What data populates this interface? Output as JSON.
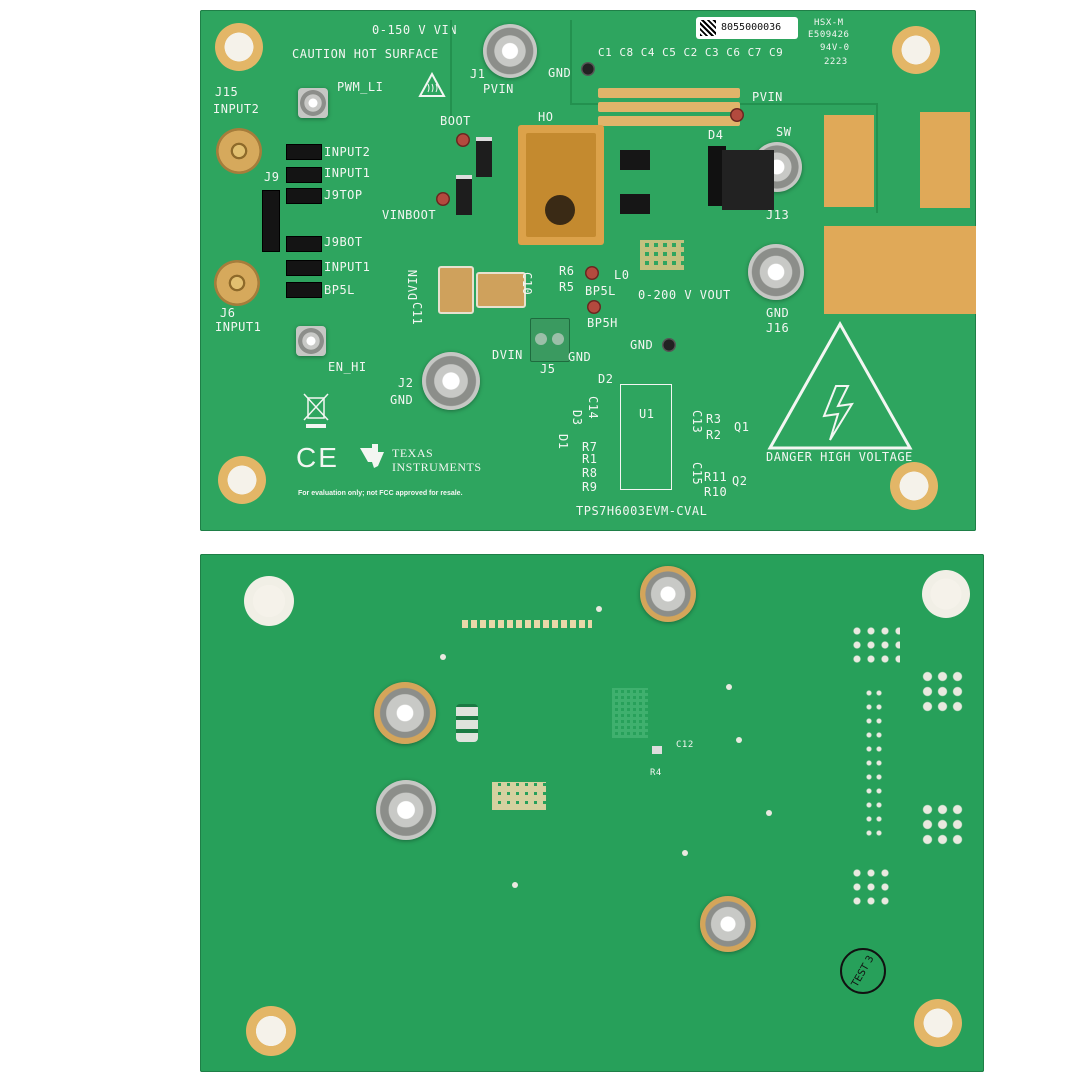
{
  "top_board": {
    "vin_label": "0-150 V VIN",
    "caution": "CAUTION HOT SURFACE",
    "j1": "J1",
    "pvin": "PVIN",
    "gnd_j1": "GND",
    "caps_row": "C1 C8 C4 C5 C2 C3 C6 C7 C9",
    "serial": "8055000036",
    "hsx": "HSX-M",
    "e_num": "E509426",
    "rating": "94V-0",
    "date_code": "2223",
    "pvin_right": "PVIN",
    "j15": "J15",
    "input2_conn": "INPUT2",
    "pwm_li": "PWM_LI",
    "boot": "BOOT",
    "ho": "HO",
    "d4": "D4",
    "sw": "SW",
    "input2_hdr": "INPUT2",
    "input1_hdr": "INPUT1",
    "j9": "J9",
    "j9top": "J9TOP",
    "vinboot": "VINBOOT",
    "j13": "J13",
    "j9bot": "J9BOT",
    "input1_hdr2": "INPUT1",
    "dvin": "DVIN",
    "c11": "C11",
    "c10": "C10",
    "r6": "R6",
    "r5": "R5",
    "l0": "L0",
    "j6": "J6",
    "bp5l_left": "BP5L",
    "bp5l": "BP5L",
    "vout": "0-200 V VOUT",
    "gnd_j16": "GND",
    "j16": "J16",
    "input1_conn": "INPUT1",
    "bp5h": "BP5H",
    "en_hi": "EN_HI",
    "dvin2": "DVIN",
    "gnd_j5": "GND",
    "j5": "J5",
    "gnd_mid": "GND",
    "j2": "J2",
    "gnd_j2": "GND",
    "d2": "D2",
    "u1": "U1",
    "c14": "C14",
    "d3": "D3",
    "c13": "C13",
    "r3": "R3",
    "r2": "R2",
    "q1": "Q1",
    "d1": "D1",
    "r7": "R7",
    "r1": "R1",
    "r8": "R8",
    "r9": "R9",
    "c15": "C15",
    "r11": "R11",
    "r10": "R10",
    "q2": "Q2",
    "texas": "TEXAS",
    "instruments": "INSTRUMENTS",
    "ce": "CE",
    "danger": "DANGER HIGH VOLTAGE",
    "eval_notice": "For evaluation only; not FCC approved for resale.",
    "board_name": "TPS7H6003EVM-CVAL"
  },
  "bottom_board": {
    "c12": "C12",
    "r4": "R4",
    "test_stamp": "TEST 3"
  },
  "colors": {
    "pcb_green": "#2ea55f",
    "silkscreen": "#f3f6f2",
    "gold": "#e0a958"
  }
}
